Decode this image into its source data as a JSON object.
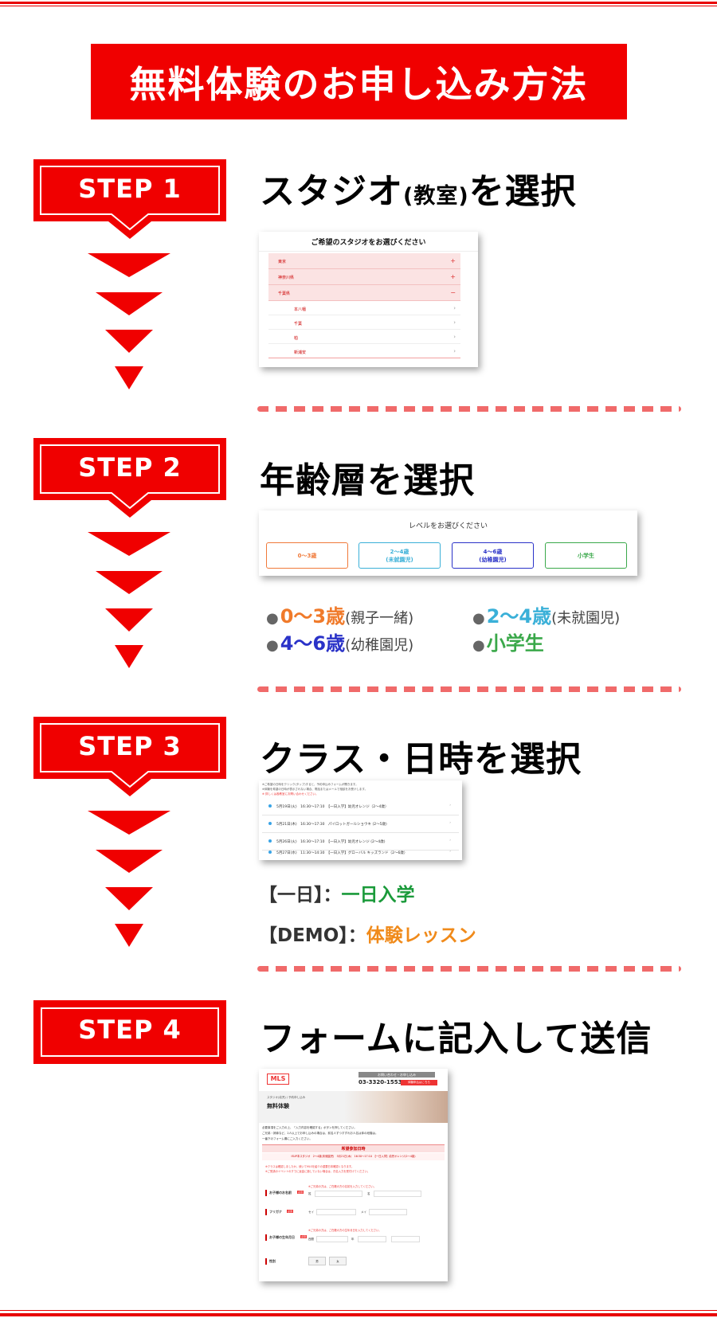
{
  "title": "無料体験のお申し込み方法",
  "steps": [
    {
      "badge": "STEP 1",
      "heading_main": "スタジオ",
      "heading_small": "(教室)",
      "heading_tail": "を選択"
    },
    {
      "badge": "STEP 2",
      "heading": "年齢層を選択"
    },
    {
      "badge": "STEP 3",
      "heading": "クラス・日時を選択"
    },
    {
      "badge": "STEP 4",
      "heading": "フォームに記入して送信"
    }
  ],
  "shot1": {
    "header": "ご希望のスタジオをお選びください",
    "rows": [
      {
        "label": "東京",
        "mark": "+"
      },
      {
        "label": "神奈川県",
        "mark": "+"
      },
      {
        "label": "千葉県",
        "mark": "−"
      }
    ],
    "subrows": [
      {
        "label": "本八幡",
        "mark": "›"
      },
      {
        "label": "千葉",
        "mark": "›"
      },
      {
        "label": "柏",
        "mark": "›"
      },
      {
        "label": "新浦安",
        "mark": "›"
      }
    ]
  },
  "shot2": {
    "header": "レベルをお選びください",
    "buttons": [
      {
        "line1": "0〜3歳",
        "line2": "",
        "color": "#f07a3a"
      },
      {
        "line1": "2〜4歳",
        "line2": "(未就園児)",
        "color": "#3ab0d8"
      },
      {
        "line1": "4〜6歳",
        "line2": "(幼稚園児)",
        "color": "#2a32c8"
      },
      {
        "line1": "小学生",
        "line2": "",
        "color": "#3aa84a"
      }
    ]
  },
  "ages": [
    {
      "age": "0〜3歳",
      "note": "(親子一緒)",
      "color": "#f07a2a"
    },
    {
      "age": "2〜4歳",
      "note": "(未就園児)",
      "color": "#3ab0d8"
    },
    {
      "age": "4〜6歳",
      "note": "(幼稚園児)",
      "color": "#2a32c8"
    },
    {
      "age": "小学生",
      "note": "",
      "color": "#3aa84a"
    }
  ],
  "age_bullet": "●",
  "shot3": {
    "notes": [
      "※ご希望の日時をクリック(タップ)すると、予約申込みフォームが開きます。",
      "※体験を希望の日時が表示されない場合、電話またはメールで相談をお受けします。",
      "※ 詳しくは各教室にお問い合わせください。"
    ],
    "rows": [
      "5月19日(火)　16:30〜17:10　【一日入学】幼児オレンジ（2〜4歳）",
      "5月21日(木)　16:30〜17:30　パイロットガールショウキ (2〜5歳)",
      "5月26日(火)　16:30〜17:10　【一日入学】幼児オレンジ (2〜4歳)",
      "5月27日(水)　11:30〜14:30　【一日入学】グローバル キッズランド（2〜6歳）"
    ],
    "arrow": "›"
  },
  "legend": [
    {
      "key": "【一日】",
      "sep": "：",
      "value": "一日入学",
      "color": "#1a9a3a"
    },
    {
      "key": "【DEMO】",
      "sep": "：",
      "value": "体験レッスン",
      "color": "#f08a1a"
    }
  ],
  "shot4": {
    "logo": "MLS",
    "contact_label": "お問い合わせ・お申し込み",
    "phone": "03-3320-1553",
    "contact_btn": "体験申込はこちら",
    "breadcrumb": "スタジオ(幼児) / 予約申し込み",
    "page_title": "無料体験",
    "intro": [
      "必要事項をご入力の上、「入力内容を確認する」ボタンを押してください。",
      "ご兄弟・姉妹など、2人以上でお申し込みの場合は、前名人ずつすずれお人名は体の段階は。",
      "一番下のフォーム欄にご入力ください。"
    ],
    "section_title": "希望参加日時",
    "section_value": "ISUP本スタジオ　2〜4歳(未就園児)　5月21日(木)　16:30〜17:10　【一日入学】幼児オレンジ(2〜4歳)",
    "warn": [
      "※クラスは確認しましたか。続いてMLSを紹介の重要日本確認くなります。",
      "※ご受講のイベントのすでに返金に適していない場合は、氏名入力を受付けてください。"
    ],
    "fields": [
      {
        "label": "お子様のお名前",
        "hint": "※ご兄弟の方は、ご在籍の方の名前を入力してください。",
        "a": "姓",
        "b": "名"
      },
      {
        "label": "フリガナ",
        "hint": "",
        "a": "セイ",
        "b": "メイ"
      },
      {
        "label": "お子様の生年月日",
        "hint": "※ご兄弟の方は、ご在籍の方の生年月日を入力してください。",
        "a": "西暦",
        "b": "年"
      },
      {
        "label": "性別",
        "hint": "",
        "a": "男",
        "b": "女"
      }
    ],
    "required": "必須"
  }
}
